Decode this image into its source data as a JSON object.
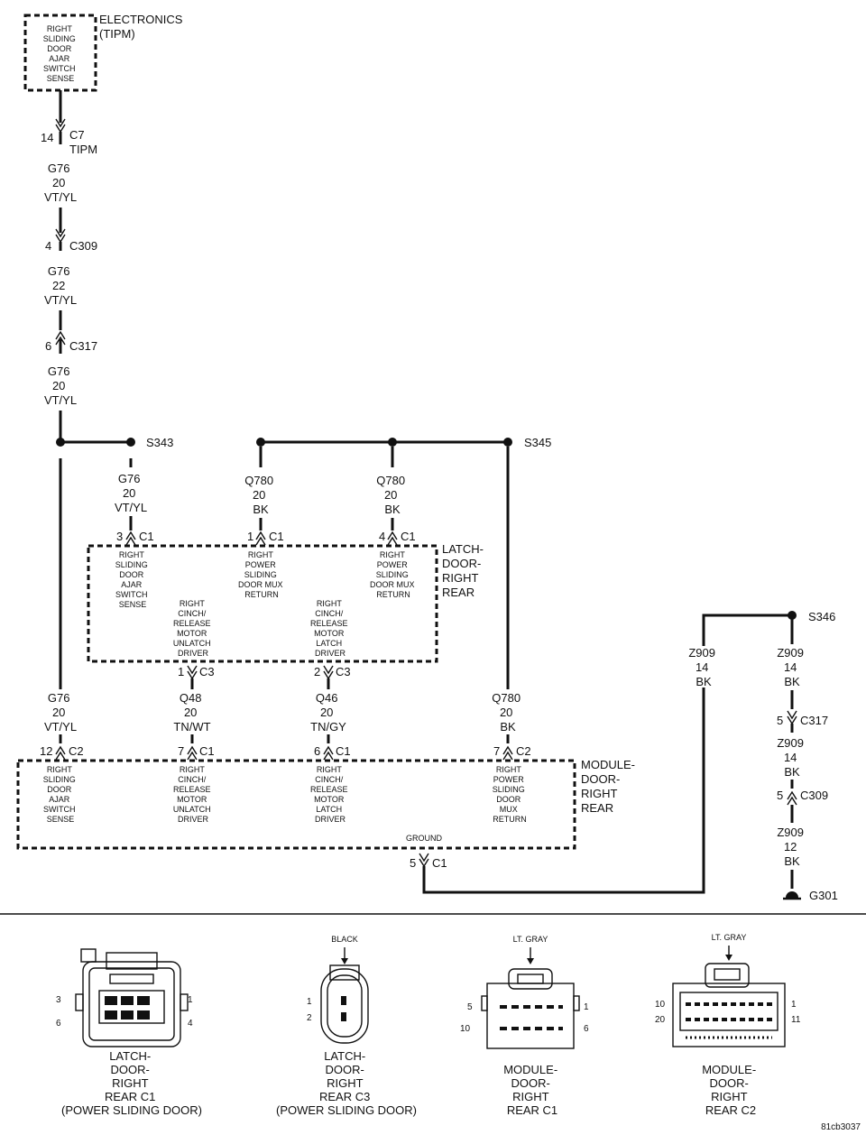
{
  "modules": {
    "tipm": {
      "title": [
        "ELECTRONICS",
        "(TIPM)"
      ],
      "pin": [
        "RIGHT",
        "SLIDING",
        "DOOR",
        "AJAR",
        "SWITCH",
        "SENSE"
      ]
    },
    "latch": {
      "title": [
        "LATCH-",
        "DOOR-",
        "RIGHT",
        "REAR"
      ],
      "pins": [
        [
          "RIGHT",
          "SLIDING",
          "DOOR",
          "AJAR",
          "SWITCH",
          "SENSE"
        ],
        [
          "RIGHT",
          "POWER",
          "SLIDING",
          "DOOR MUX",
          "RETURN"
        ],
        [
          "RIGHT",
          "POWER",
          "SLIDING",
          "DOOR MUX",
          "RETURN"
        ],
        [
          "RIGHT",
          "CINCH/",
          "RELEASE",
          "MOTOR",
          "UNLATCH",
          "DRIVER"
        ],
        [
          "RIGHT",
          "CINCH/",
          "RELEASE",
          "MOTOR",
          "LATCH",
          "DRIVER"
        ]
      ]
    },
    "module": {
      "title": [
        "MODULE-",
        "DOOR-",
        "RIGHT",
        "REAR"
      ],
      "pins": [
        [
          "RIGHT",
          "SLIDING",
          "DOOR",
          "AJAR",
          "SWITCH",
          "SENSE"
        ],
        [
          "RIGHT",
          "CINCH/",
          "RELEASE",
          "MOTOR",
          "UNLATCH",
          "DRIVER"
        ],
        [
          "RIGHT",
          "CINCH/",
          "RELEASE",
          "MOTOR",
          "LATCH",
          "DRIVER"
        ],
        [
          "RIGHT",
          "POWER",
          "SLIDING",
          "DOOR",
          "MUX",
          "RETURN"
        ]
      ],
      "ground": "GROUND"
    }
  },
  "connectors": {
    "tipm_c7": {
      "pin": "14",
      "name": [
        "C7",
        "TIPM"
      ]
    },
    "c309_a": {
      "pin": "4",
      "name": "C309"
    },
    "c317_a": {
      "pin": "6",
      "name": "C317"
    },
    "latch_c1_3": {
      "pin": "3",
      "name": "C1"
    },
    "latch_c1_1": {
      "pin": "1",
      "name": "C1"
    },
    "latch_c1_4": {
      "pin": "4",
      "name": "C1"
    },
    "latch_c3_1": {
      "pin": "1",
      "name": "C3"
    },
    "latch_c3_2": {
      "pin": "2",
      "name": "C3"
    },
    "mod_c2_12": {
      "pin": "12",
      "name": "C2"
    },
    "mod_c1_7": {
      "pin": "7",
      "name": "C1"
    },
    "mod_c1_6": {
      "pin": "6",
      "name": "C1"
    },
    "mod_c2_7": {
      "pin": "7",
      "name": "C2"
    },
    "mod_c1_5": {
      "pin": "5",
      "name": "C1"
    },
    "c317_b": {
      "pin": "5",
      "name": "C317"
    },
    "c309_b": {
      "pin": "5",
      "name": "C309"
    }
  },
  "wires": {
    "w1": [
      "G76",
      "20",
      "VT/YL"
    ],
    "w2": [
      "G76",
      "22",
      "VT/YL"
    ],
    "w3": [
      "G76",
      "20",
      "VT/YL"
    ],
    "w4": [
      "G76",
      "20",
      "VT/YL"
    ],
    "w5": [
      "Q780",
      "20",
      "BK"
    ],
    "w6": [
      "Q780",
      "20",
      "BK"
    ],
    "w7": [
      "G76",
      "20",
      "VT/YL"
    ],
    "w8": [
      "Q48",
      "20",
      "TN/WT"
    ],
    "w9": [
      "Q46",
      "20",
      "TN/GY"
    ],
    "w10": [
      "Q780",
      "20",
      "BK"
    ],
    "w11": [
      "Z909",
      "14",
      "BK"
    ],
    "w12": [
      "Z909",
      "14",
      "BK"
    ],
    "w13": [
      "Z909",
      "14",
      "BK"
    ],
    "w14": [
      "Z909",
      "12",
      "BK"
    ]
  },
  "splices": {
    "s343": "S343",
    "s345": "S345",
    "s346": "S346"
  },
  "ground_point": "G301",
  "connector_views": [
    {
      "color": "",
      "caption": [
        "LATCH-",
        "DOOR-",
        "RIGHT",
        "REAR C1",
        "(POWER SLIDING DOOR)"
      ],
      "pins": [
        "3",
        "1",
        "6",
        "4"
      ]
    },
    {
      "color": "BLACK",
      "caption": [
        "LATCH-",
        "DOOR-",
        "RIGHT",
        "REAR C3",
        "(POWER SLIDING DOOR)"
      ],
      "pins": [
        "1",
        "2"
      ]
    },
    {
      "color": "LT. GRAY",
      "caption": [
        "MODULE-",
        "DOOR-",
        "RIGHT",
        "REAR C1"
      ],
      "pins": [
        "5",
        "1",
        "10",
        "6"
      ]
    },
    {
      "color": "LT. GRAY",
      "caption": [
        "MODULE-",
        "DOOR-",
        "RIGHT",
        "REAR C2"
      ],
      "pins": [
        "10",
        "1",
        "20",
        "11"
      ]
    }
  ],
  "figure_id": "81cb3037"
}
